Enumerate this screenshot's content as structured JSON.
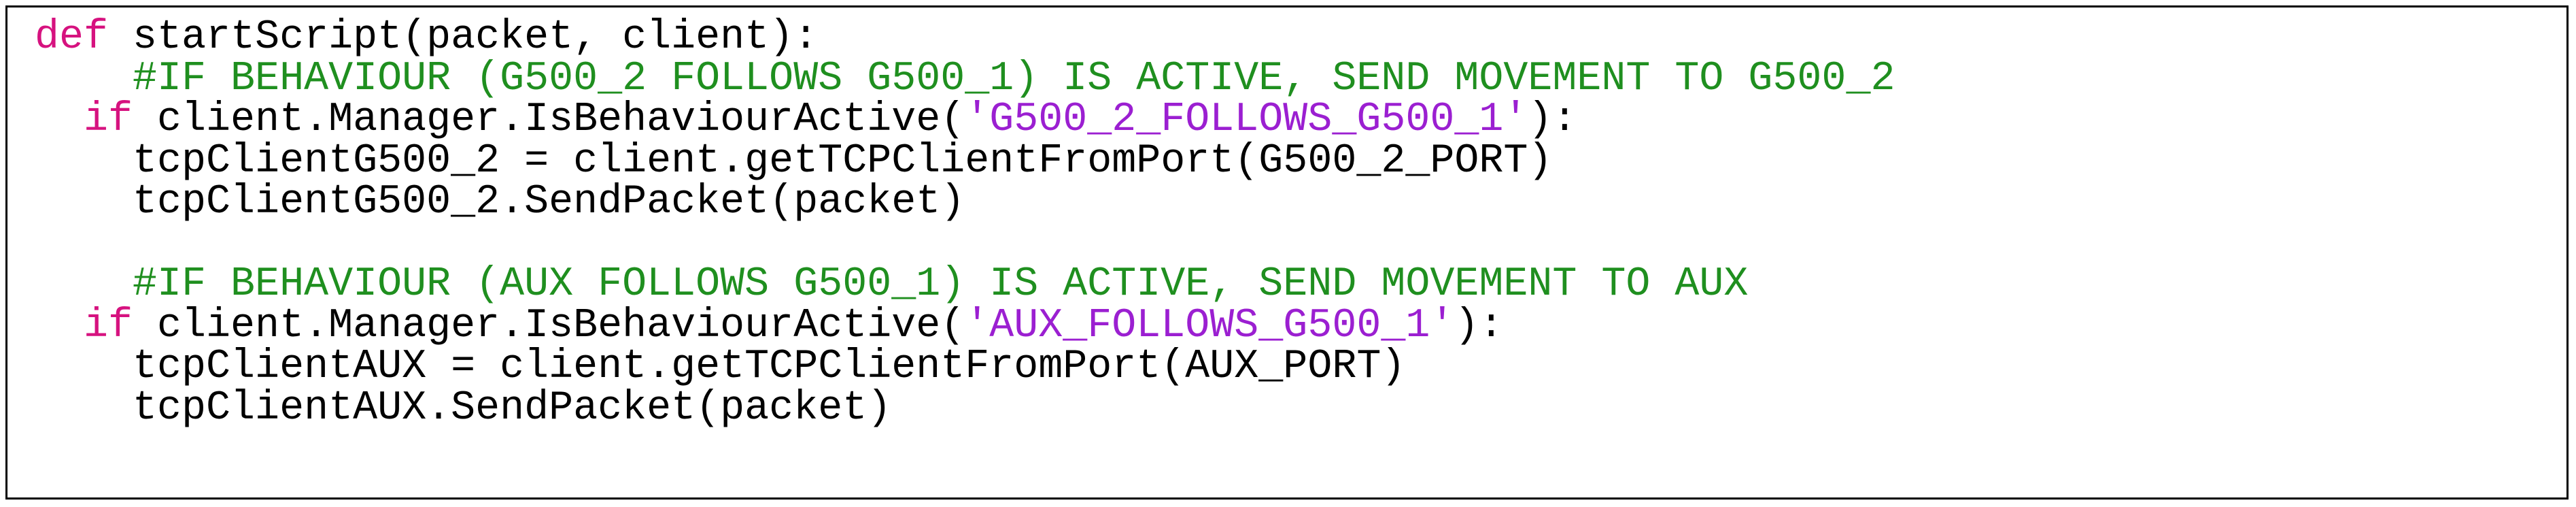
{
  "code": {
    "lines": [
      {
        "id": "def-line",
        "indent": "",
        "keyword": "def",
        "text": " startScript(packet, client):"
      },
      {
        "id": "comment-1",
        "indent": "    ",
        "comment": "#IF BEHAVIOUR (G500_2 FOLLOWS G500_1) IS ACTIVE, SEND MOVEMENT TO G500_2"
      },
      {
        "id": "if-1",
        "indent": "  ",
        "keyword": "if",
        "pre": " client.Manager.IsBehaviourActive(",
        "string": "'G500_2_FOLLOWS_G500_1'",
        "post": "):"
      },
      {
        "id": "stmt-1a",
        "indent": "    ",
        "text": "tcpClientG500_2 = client.getTCPClientFromPort(G500_2_PORT)"
      },
      {
        "id": "stmt-1b",
        "indent": "    ",
        "text": "tcpClientG500_2.SendPacket(packet)"
      },
      {
        "id": "blank",
        "indent": "",
        "text": ""
      },
      {
        "id": "comment-2",
        "indent": "    ",
        "comment": "#IF BEHAVIOUR (AUX FOLLOWS G500_1) IS ACTIVE, SEND MOVEMENT TO AUX"
      },
      {
        "id": "if-2",
        "indent": "  ",
        "keyword": "if",
        "pre": " client.Manager.IsBehaviourActive(",
        "string": "'AUX_FOLLOWS_G500_1'",
        "post": "):"
      },
      {
        "id": "stmt-2a",
        "indent": "    ",
        "text": "tcpClientAUX = client.getTCPClientFromPort(AUX_PORT)"
      },
      {
        "id": "stmt-2b",
        "indent": "    ",
        "text": "tcpClientAUX.SendPacket(packet)"
      }
    ]
  },
  "colors": {
    "keyword": "#d6127f",
    "comment": "#1f8f1f",
    "string": "#9b1fd1",
    "text": "#000000",
    "border": "#000000",
    "background": "#ffffff"
  }
}
